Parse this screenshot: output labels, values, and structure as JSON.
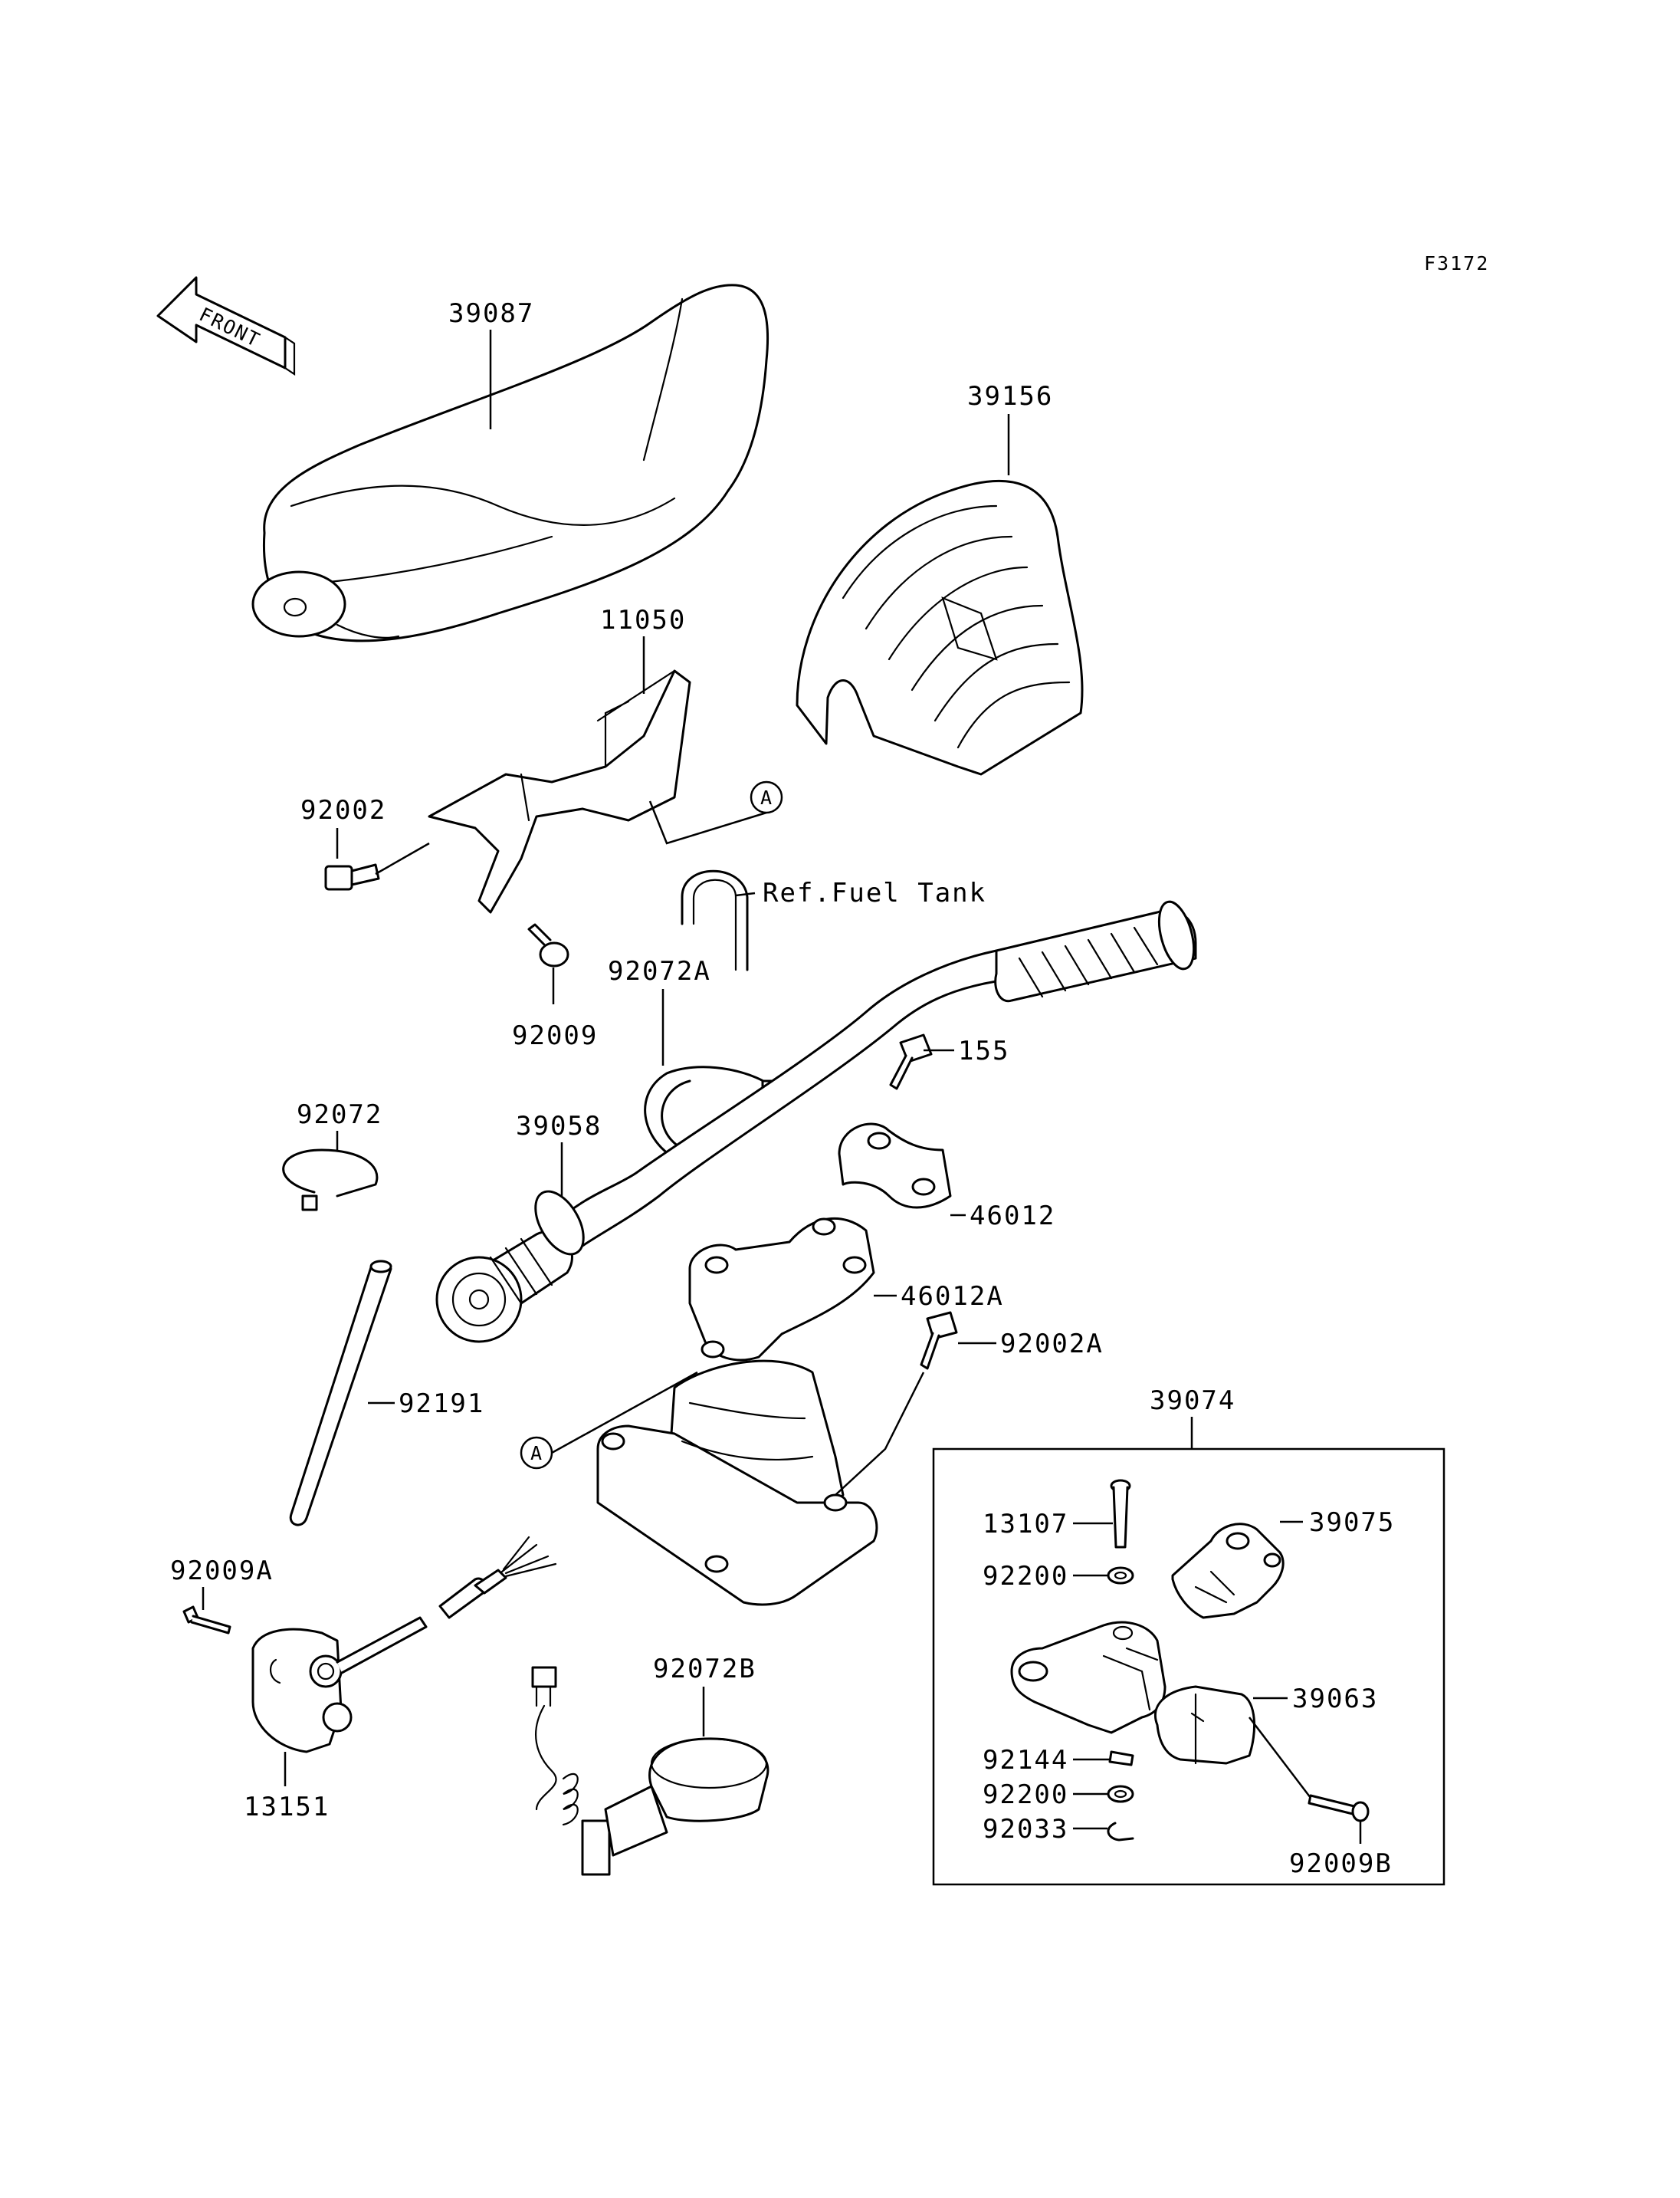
{
  "figure_code": "F3172",
  "front_arrow_label": "FRONT",
  "ref_marker": "A",
  "reference_note": "Ref.Fuel Tank",
  "parts": {
    "p39087": "39087",
    "p39156": "39156",
    "p11050": "11050",
    "p92002": "92002",
    "p92009": "92009",
    "p92072A": "92072A",
    "p155": "155",
    "p92072": "92072",
    "p39058": "39058",
    "p46012": "46012",
    "p46012A": "46012A",
    "p92002A": "92002A",
    "p92191": "92191",
    "p39074": "39074",
    "p13107": "13107",
    "p39075": "39075",
    "p92200a": "92200",
    "p39063": "39063",
    "p92144": "92144",
    "p92200b": "92200",
    "p92033": "92033",
    "p92009B": "92009B",
    "p92009A": "92009A",
    "p13151": "13151",
    "p92072B": "92072B"
  }
}
